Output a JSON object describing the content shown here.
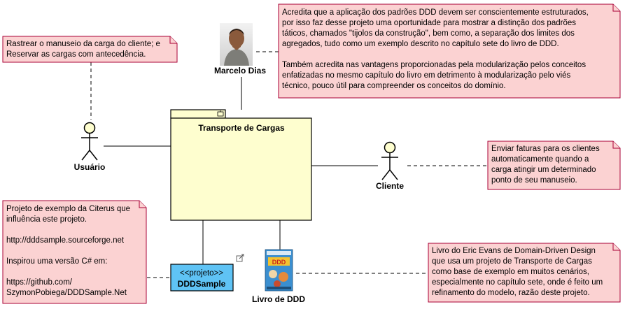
{
  "actors": {
    "usuario": {
      "label": "Usuário"
    },
    "cliente": {
      "label": "Cliente"
    },
    "marcelo": {
      "label": "Marcelo Dias"
    }
  },
  "package": {
    "label": "Transporte de Cargas"
  },
  "project": {
    "stereotype": "<<projeto>>",
    "label": "DDDSample"
  },
  "book": {
    "label": "Livro de DDD",
    "cover_text": "DDD"
  },
  "notes": {
    "usuario_note": {
      "lines": [
        "Rastrear o manuseio da carga do cliente; e",
        "Reservar as cargas com antecedência."
      ]
    },
    "marcelo_note": {
      "lines": [
        "Acredita que a aplicação dos padrões DDD devem ser conscientemente estruturados,",
        "por isso faz desse projeto uma oportunidade para mostrar a distinção dos padrões",
        "táticos, chamados \"tijolos da construção\", bem como, a separação dos limites dos",
        "agregados, tudo como um exemplo descrito no capítulo sete do livro de DDD.",
        "",
        "Também acredita nas vantagens proporcionadas pela modularização pelos conceitos",
        "enfatizadas no mesmo capítulo do livro em detrimento à modularização pelo viés",
        "técnico, pouco útil para compreender os conceitos do domínio."
      ]
    },
    "cliente_note": {
      "lines": [
        "Enviar faturas para os clientes",
        "automaticamente quando a",
        "carga atingir um determinado",
        "ponto de seu manuseio."
      ]
    },
    "citerus_note": {
      "lines": [
        "Projeto de exemplo da Citerus que",
        "influência este projeto.",
        "",
        "http://dddsample.sourceforge.net",
        "",
        "Inspirou uma versão C# em:",
        "",
        "https://github.com/",
        "SzymonPobiega/DDDSample.Net"
      ]
    },
    "evans_note": {
      "lines": [
        "Livro do Eric Evans de Domain-Driven Design",
        "que usa um projeto de Transporte de Cargas",
        "como base de exemplo em muitos cenários,",
        "especialmente no capítulo sete, onde é feito um",
        "refinamento do modelo, razão deste projeto."
      ]
    }
  },
  "colors": {
    "note_fill": "#fbd2d2",
    "note_border": "#a80036",
    "package_fill": "#fefecf",
    "project_fill": "#5fc3f5",
    "actor_fill": "#fefecf"
  },
  "icons": {
    "project_link": "external-link-icon",
    "marcelo_photo": "person-photo"
  }
}
